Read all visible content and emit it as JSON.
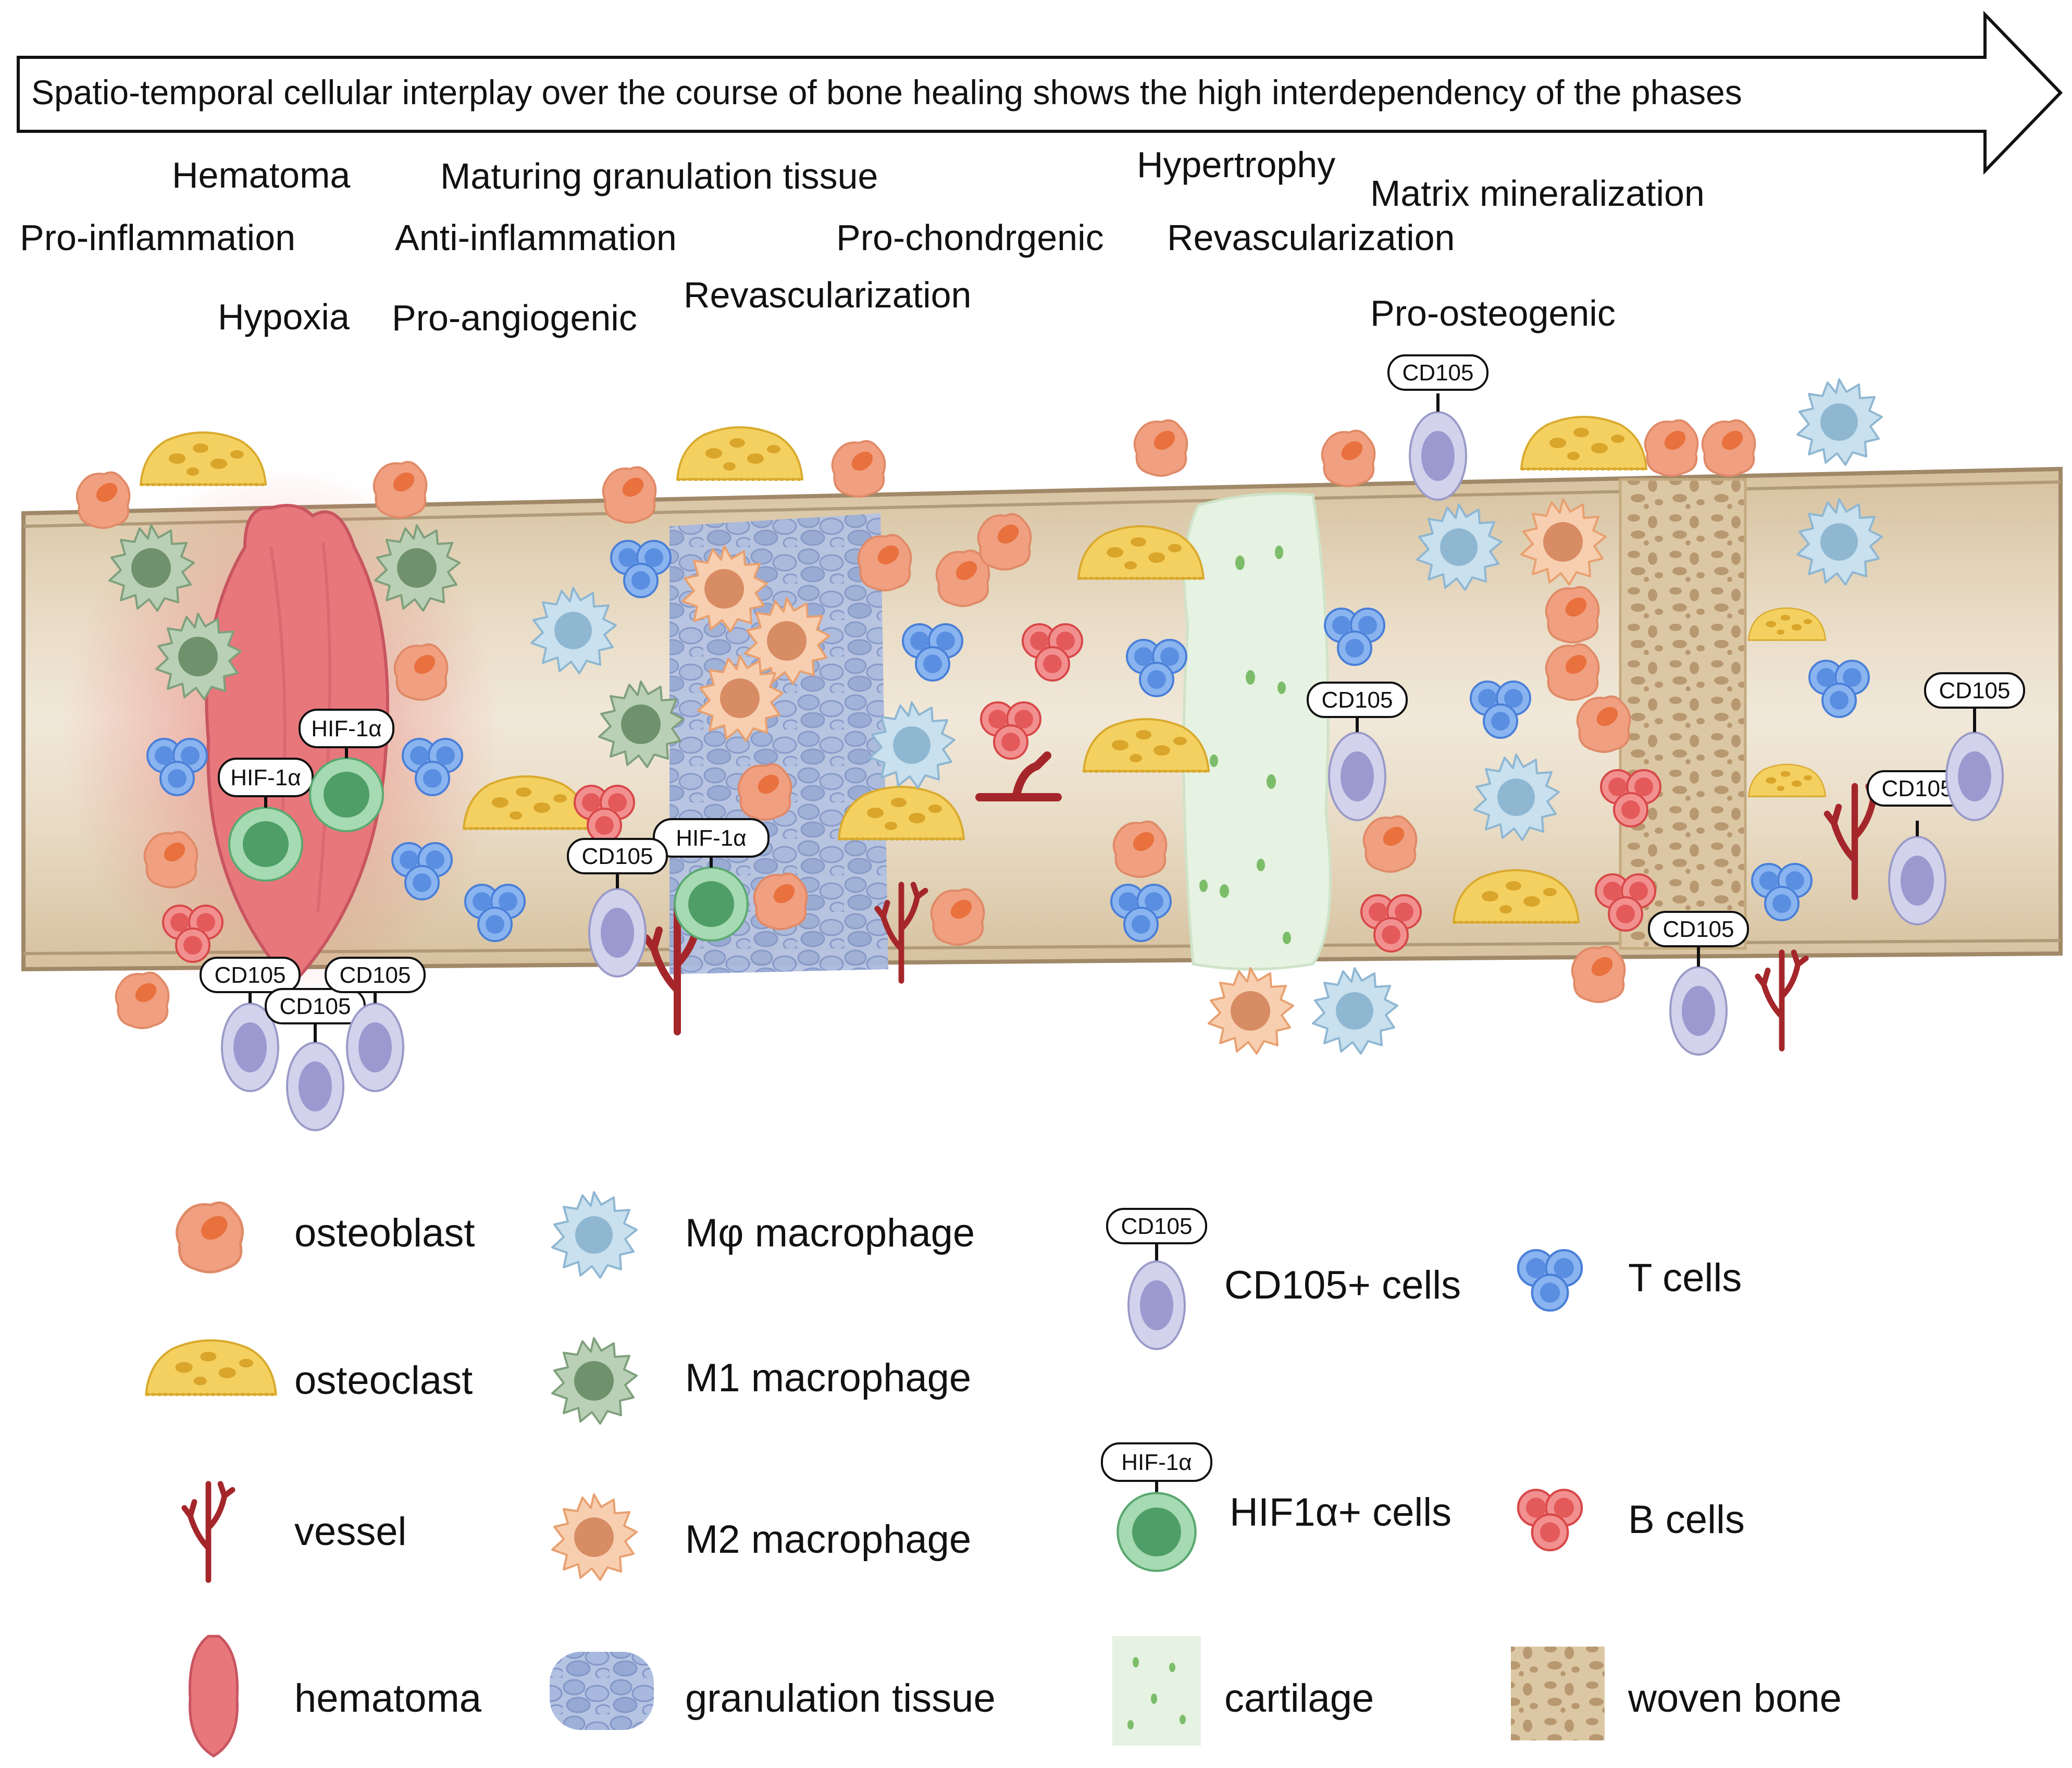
{
  "banner": "Spatio-temporal cellular interplay over the course of bone healing shows the high interdependency of the phases",
  "phases": {
    "hematoma": "Hematoma",
    "pro_inflammation": "Pro-inflammation",
    "hypoxia": "Hypoxia",
    "maturing_granulation": "Maturing granulation tissue",
    "anti_inflammation": "Anti-inflammation",
    "pro_angiogenic": "Pro-angiogenic",
    "revascularization_1": "Revascularization",
    "pro_chondrgenic": "Pro-chondrgenic",
    "hypertrophy": "Hypertrophy",
    "matrix_mineralization": "Matrix mineralization",
    "revascularization_2": "Revascularization",
    "pro_osteogenic": "Pro-osteogenic"
  },
  "tags": {
    "cd105": "CD105",
    "hif": "HIF-1α"
  },
  "legend": {
    "osteoblast": "osteoblast",
    "osteoclast": "osteoclast",
    "vessel": "vessel",
    "hematoma": "hematoma",
    "m_phi": "Mφ macrophage",
    "m1": "M1 macrophage",
    "m2": "M2 macrophage",
    "granulation": "granulation tissue",
    "cd105_cells": "CD105+ cells",
    "hif_cells": "HIF1α+ cells",
    "cartilage": "cartilage",
    "t_cells": "T cells",
    "b_cells": "B cells",
    "woven_bone": "woven bone"
  },
  "colors": {
    "bone_outer": "#d9c6a6",
    "bone_inner": "#ece0cc",
    "bone_edge": "#9c8462",
    "osteoblast": "#f0a080",
    "osteoclast": "#f4d060",
    "m_phi": "#bcd8e8",
    "m1": "#a9c4a8",
    "m2": "#f4c09c",
    "t_cell": "#6a9ee8",
    "b_cell": "#ea6a6a",
    "cd105": "#c2c2e2",
    "hif": "#7cc48e",
    "vessel": "#a5262a",
    "hematoma": "#e8777c",
    "cartilage": "#e6f2e2",
    "woven_bone": "#cbb28a",
    "granulation": "#a9b9dc"
  }
}
